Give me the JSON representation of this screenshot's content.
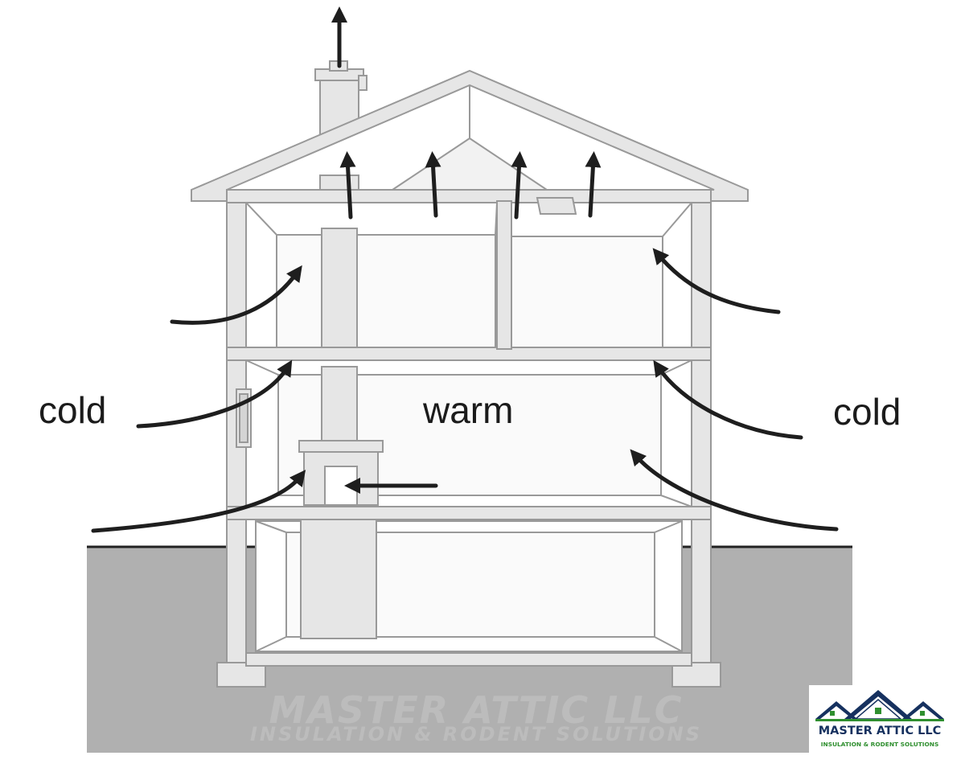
{
  "labels": {
    "cold_left": "cold",
    "warm": "warm",
    "cold_right": "cold"
  },
  "watermark": {
    "name": "MASTER ATTIC LLC",
    "tagline": "INSULATION & RODENT SOLUTIONS"
  },
  "logo": {
    "name": "MASTER ATTIC LLC",
    "tagline": "INSULATION & RODENT SOLUTIONS"
  },
  "colors": {
    "wall_fill": "#e6e6e6",
    "outline": "#999999",
    "ground": "#b0b0b0",
    "arrow": "#1e1e1e",
    "logo_navy": "#16315f",
    "logo_green": "#2f8f2f"
  }
}
